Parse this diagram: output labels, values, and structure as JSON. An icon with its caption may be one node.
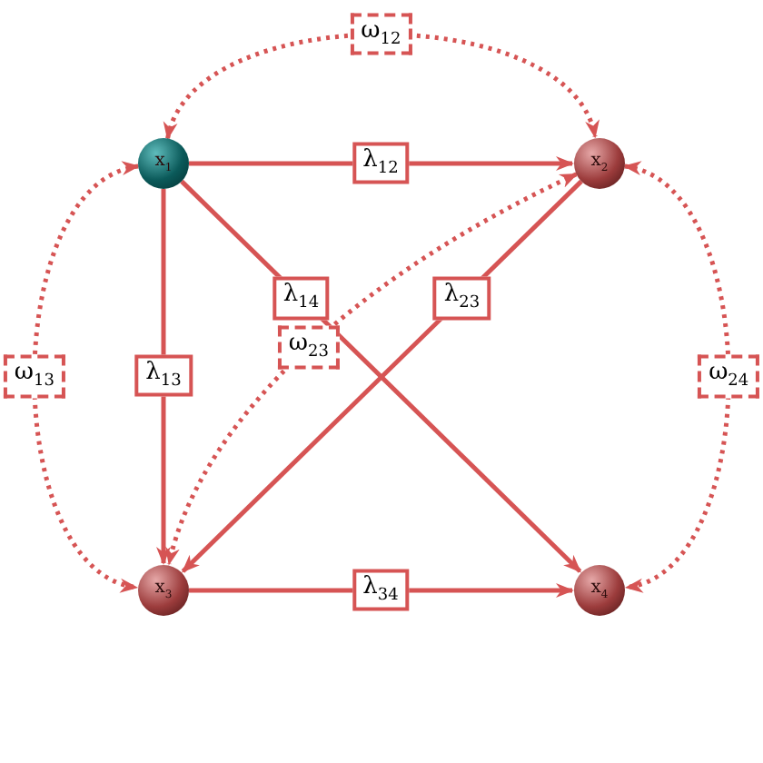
{
  "diagram": {
    "nodes": [
      {
        "text": [
          "x$_{1}$"
        ]
      },
      {
        "text": [
          "x$_{2}$"
        ]
      },
      {
        "text": [
          "x$_{3}$"
        ]
      },
      {
        "text": [
          "x$_{4}$"
        ]
      }
    ],
    "edges": [
      {
        "from": 0,
        "to": 1,
        "arrow": "both",
        "label": "ω$_{12}$",
        "style": "dashed"
      },
      {
        "from": 0,
        "to": 1,
        "arrow": "to",
        "label": "λ$_{12}$"
      },
      {
        "from": 0,
        "to": 3,
        "arrow": "to",
        "label": "λ$_{14}$"
      },
      {
        "from": 1,
        "to": 2,
        "arrow": "to",
        "label": "λ$_{23}$"
      },
      {
        "from": 0,
        "to": 2,
        "arrow": "both",
        "label": "ω$_{13}$",
        "style": "dashed"
      },
      {
        "from": 0,
        "to": 2,
        "arrow": "to",
        "label": "λ$_{13}$"
      },
      {
        "from": 1,
        "to": 2,
        "arrow": "both",
        "label": "ω$_{23}$",
        "style": "dashed"
      },
      {
        "from": 1,
        "to": 3,
        "arrow": "both",
        "label": "ω$_{24}$",
        "style": "dashed"
      },
      {
        "from": 2,
        "to": 3,
        "arrow": "to",
        "label": "λ$_{34}$"
      }
    ]
  }
}
